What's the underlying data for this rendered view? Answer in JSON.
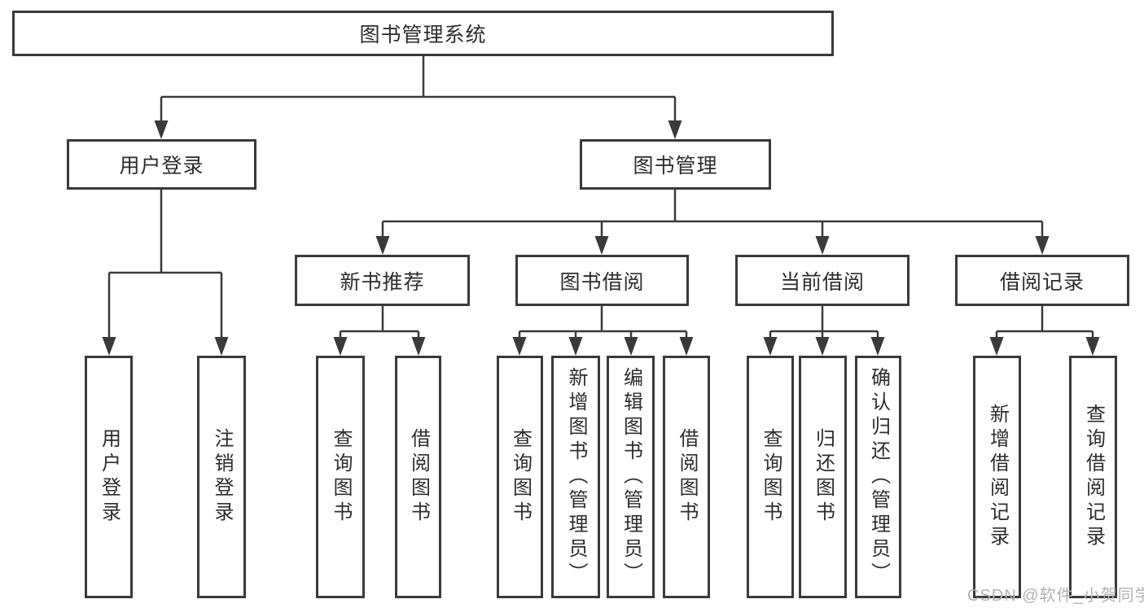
{
  "tree": {
    "label": "图书管理系统",
    "children": [
      {
        "label": "用户登录",
        "children": [
          {
            "label": "用户登录"
          },
          {
            "label": "注销登录"
          }
        ]
      },
      {
        "label": "图书管理",
        "children": [
          {
            "label": "新书推荐",
            "children": [
              {
                "label": "查询图书"
              },
              {
                "label": "借阅图书"
              }
            ]
          },
          {
            "label": "图书借阅",
            "children": [
              {
                "label": "查询图书"
              },
              {
                "label": "新增图书（管理员）"
              },
              {
                "label": "编辑图书（管理员）"
              },
              {
                "label": "借阅图书"
              }
            ]
          },
          {
            "label": "当前借阅",
            "children": [
              {
                "label": "查询图书"
              },
              {
                "label": "归还图书"
              },
              {
                "label": "确认归还（管理员）"
              }
            ]
          },
          {
            "label": "借阅记录",
            "children": [
              {
                "label": "新增借阅记录"
              },
              {
                "label": "查询借阅记录"
              }
            ]
          }
        ]
      }
    ]
  },
  "watermark": {
    "text": "CSDN @软件_小贺同学"
  },
  "colors": {
    "line": "#3a3a3a",
    "node_border": "#3a3a3a",
    "text": "#2d2d2d",
    "watermark": "#b2b2b2",
    "background": "#ffffff"
  }
}
